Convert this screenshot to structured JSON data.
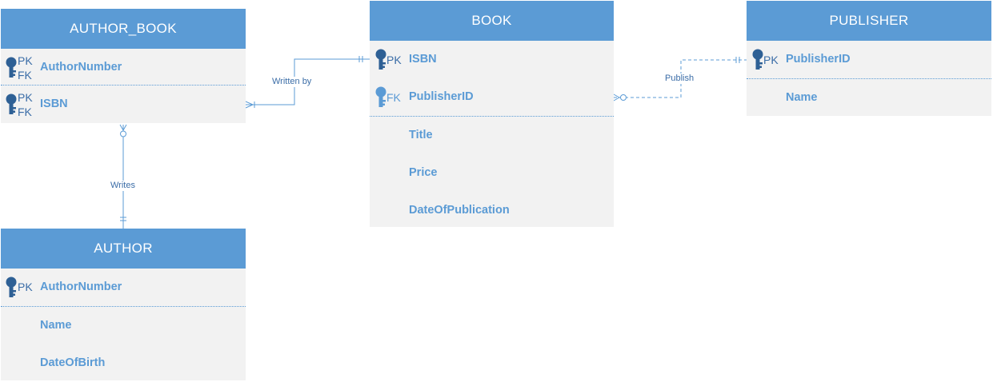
{
  "entities": {
    "author_book": {
      "title": "AUTHOR_BOOK",
      "attributes": [
        {
          "keys": [
            "PK",
            "FK"
          ],
          "name": "AuthorNumber"
        },
        {
          "keys": [
            "PK",
            "FK"
          ],
          "name": "ISBN"
        }
      ]
    },
    "book": {
      "title": "BOOK",
      "attributes": [
        {
          "keys": [
            "PK"
          ],
          "name": "ISBN"
        },
        {
          "keys": [
            "FK"
          ],
          "name": "PublisherID"
        },
        {
          "keys": [],
          "name": "Title"
        },
        {
          "keys": [],
          "name": "Price"
        },
        {
          "keys": [],
          "name": "DateOfPublication"
        }
      ]
    },
    "publisher": {
      "title": "PUBLISHER",
      "attributes": [
        {
          "keys": [
            "PK"
          ],
          "name": "PublisherID"
        },
        {
          "keys": [],
          "name": "Name"
        }
      ]
    },
    "author": {
      "title": "AUTHOR",
      "attributes": [
        {
          "keys": [
            "PK"
          ],
          "name": "AuthorNumber"
        },
        {
          "keys": [],
          "name": "Name"
        },
        {
          "keys": [],
          "name": "DateOfBirth"
        }
      ]
    }
  },
  "relationships": [
    {
      "label": "Written by",
      "from": "author_book",
      "to": "book",
      "from_end": "many",
      "to_end": "one-mandatory",
      "style": "solid"
    },
    {
      "label": "Publish",
      "from": "book",
      "to": "publisher",
      "from_end": "zero-or-many",
      "to_end": "one-mandatory",
      "style": "dashed"
    },
    {
      "label": "Writes",
      "from": "author_book",
      "to": "author",
      "from_end": "zero-or-many",
      "to_end": "one-mandatory",
      "style": "solid"
    }
  ],
  "colors": {
    "header": "#5b9bd5",
    "body": "#f2f2f2",
    "attribute_text": "#5b9bd5",
    "key_text": "#3b6da7",
    "connector": "#5b9bd5",
    "key_icon": "#2e6095"
  },
  "icons": {
    "key": "key-icon"
  }
}
